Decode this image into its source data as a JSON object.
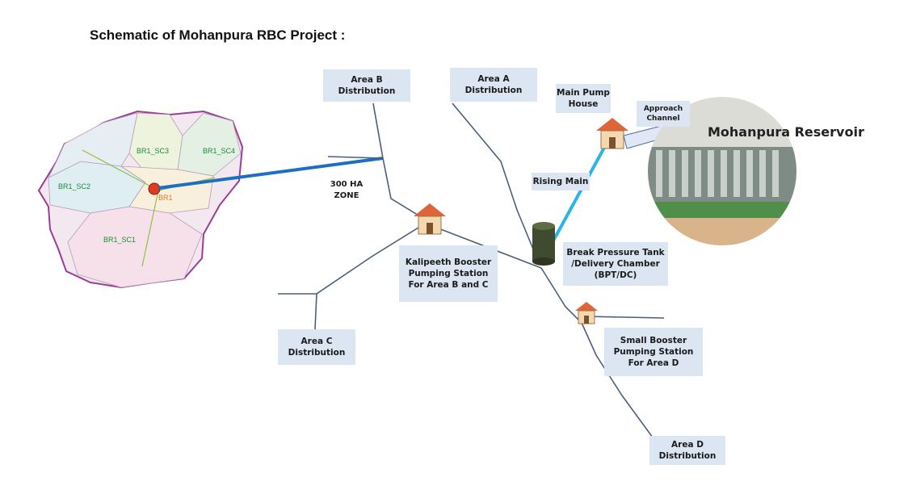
{
  "title": "Schematic of Mohanpura RBC Project :",
  "reservoir": "Mohanpura Reservoir",
  "labels": {
    "area_b": "Area B\nDistribution",
    "area_a": "Area A\nDistribution",
    "main_pump_house": "Main Pump\nHouse",
    "approach_channel": "Approach\nChannel",
    "zone": "300 HA\nZONE",
    "rising_main": "Rising Main",
    "kalipeeth": "Kalipeeth Booster\nPumping Station\nFor Area B and C",
    "bpt": "Break Pressure Tank\n/Delivery Chamber\n(BPT/DC)",
    "area_c": "Area C\nDistribution",
    "small_booster": "Small Booster\nPumping Station\nFor Area D",
    "area_d": "Area D\nDistribution"
  },
  "map_labels": {
    "sc3": "BR1_SC3",
    "sc4": "BR1_SC4",
    "sc2": "BR1_SC2",
    "br1": "BR1",
    "sc1": "BR1_SC1"
  },
  "colors": {
    "pipe": "#4a5f7a",
    "blue_link": "#1f6fc0",
    "rising_main": "#29b6e6",
    "box_fill": "#dce6f2",
    "house_roof": "#e0643a"
  }
}
